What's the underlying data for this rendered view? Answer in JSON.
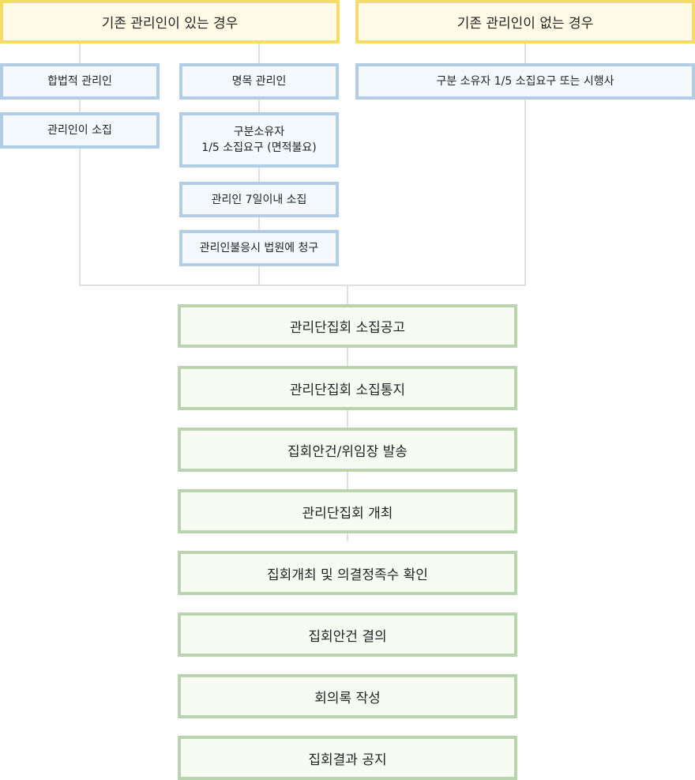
{
  "headers": {
    "with_manager": "기존 관리인이 있는 경우",
    "without_manager": "기존 관리인이 없는 경우"
  },
  "left_column": {
    "legal_manager": "합법적 관리인",
    "manager_convene": "관리인이 소집"
  },
  "middle_column": {
    "nominal_manager": "명목 관리인",
    "owner_request": "구분소유자\n1/5 소집요구 (면적불요)",
    "convene_within_7_days": "관리인 7일이내 소집",
    "court_request": "관리인불응시 법원에 청구"
  },
  "right_column": {
    "owner_request": "구분 소유자 1/5 소집요구 또는 시행사"
  },
  "steps": [
    "관리단집회 소집공고",
    "관리단집회 소집통지",
    "집회안건/위임장 발송",
    "관리단집회 개최",
    "집회개최 및 의결정족수 확인",
    "집회안건 결의",
    "회의록 작성",
    "집회결과 공지"
  ]
}
